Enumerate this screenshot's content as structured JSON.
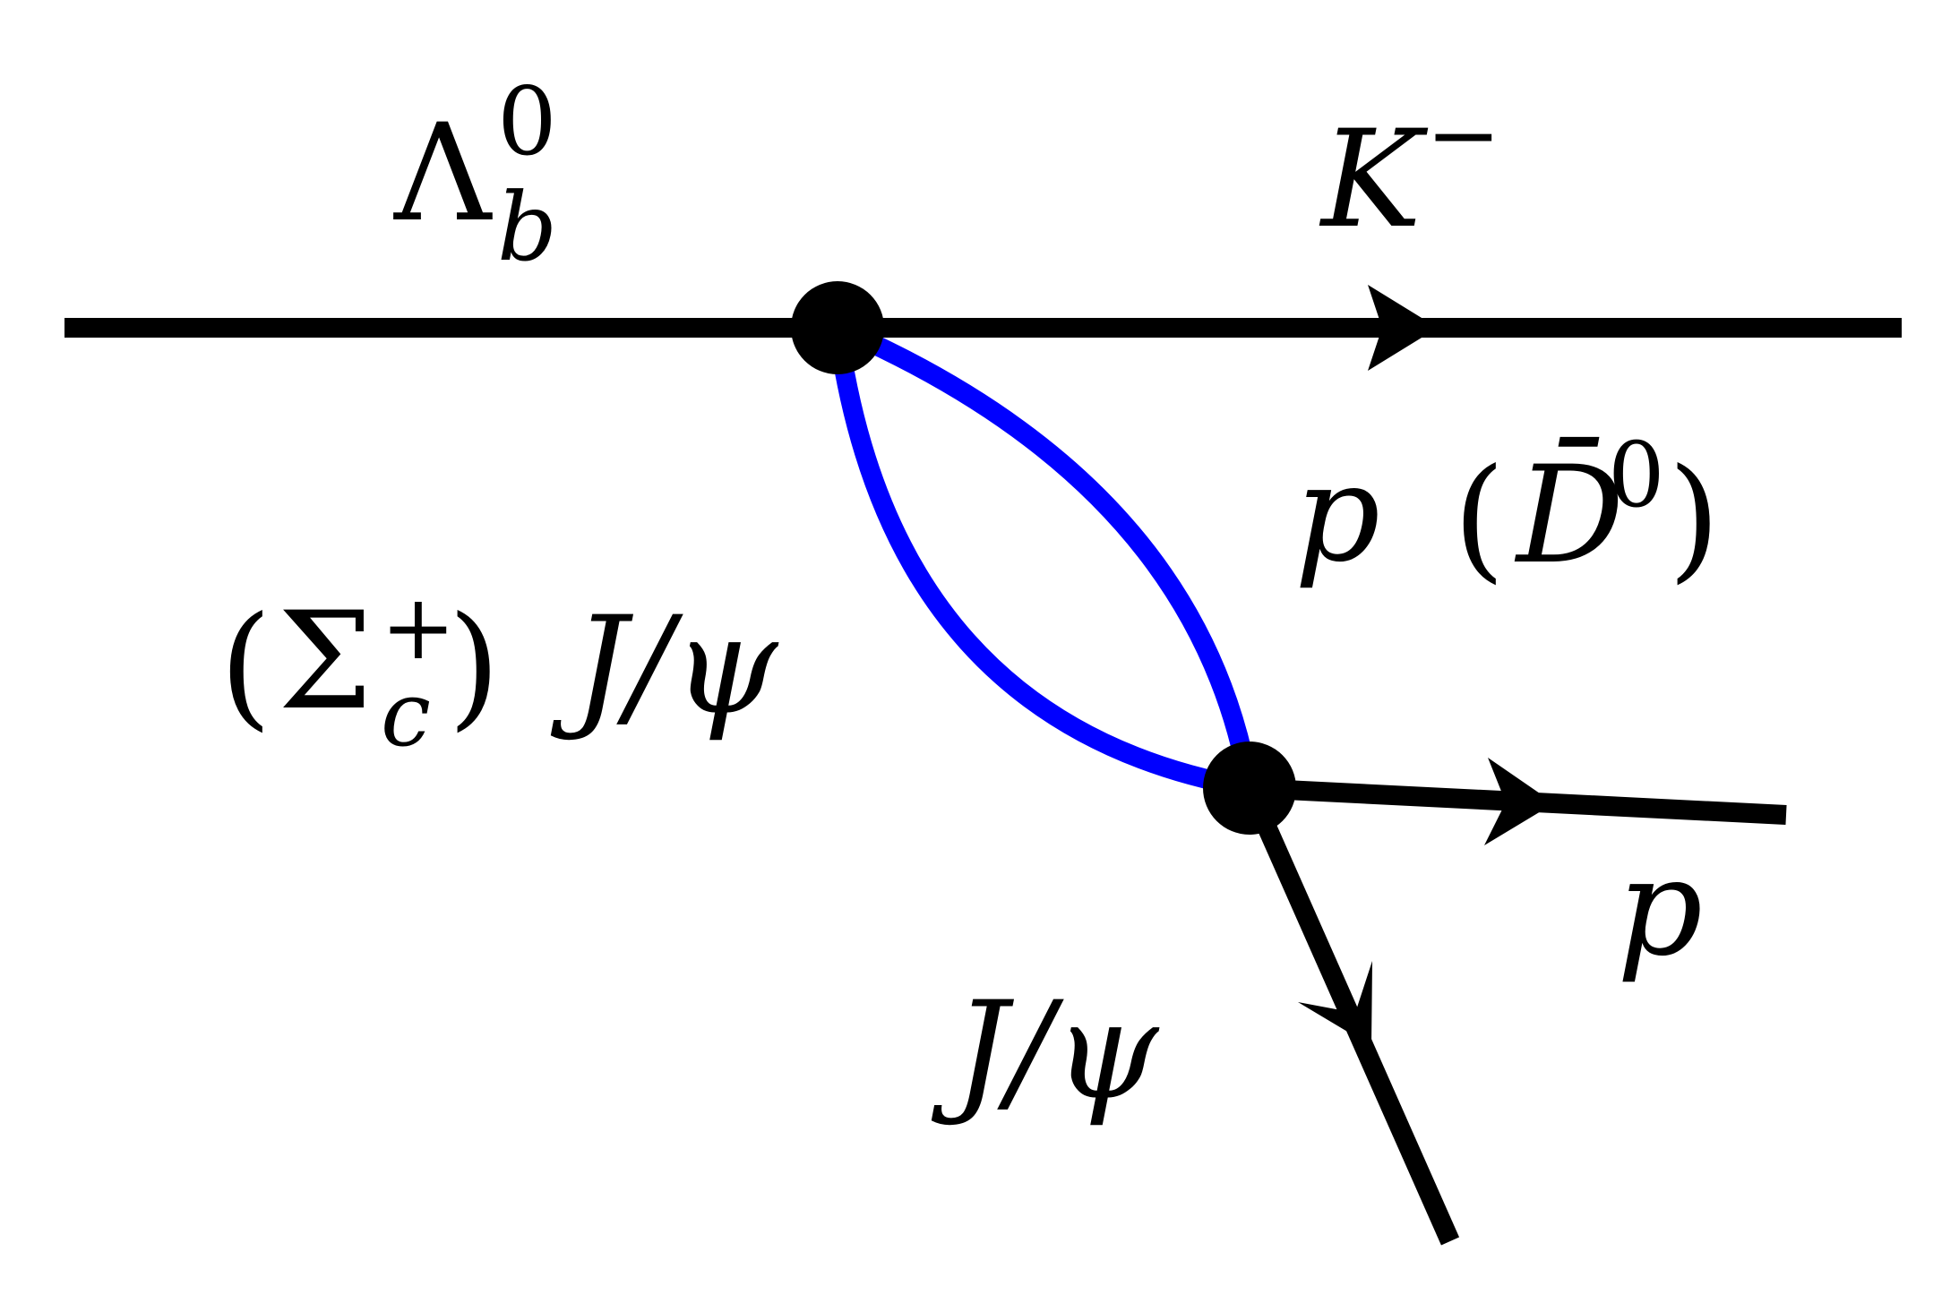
{
  "colors": {
    "line": "#000000",
    "loop": "#0000ff",
    "background": "#ffffff"
  },
  "particles": {
    "initial": {
      "symbol": "Λ",
      "subscript": "b",
      "superscript": "0"
    },
    "kaon": {
      "symbol": "K",
      "superscript": "−"
    },
    "loop_upper": {
      "symbol": "p",
      "paren_symbol": "D̄",
      "paren_superscript": "0"
    },
    "loop_lower": {
      "paren_symbol": "Σ",
      "paren_subscript": "c",
      "paren_superscript": "+",
      "symbol": "J/ψ"
    },
    "final_proton": {
      "symbol": "p"
    },
    "final_jpsi": {
      "symbol": "J/ψ"
    }
  }
}
